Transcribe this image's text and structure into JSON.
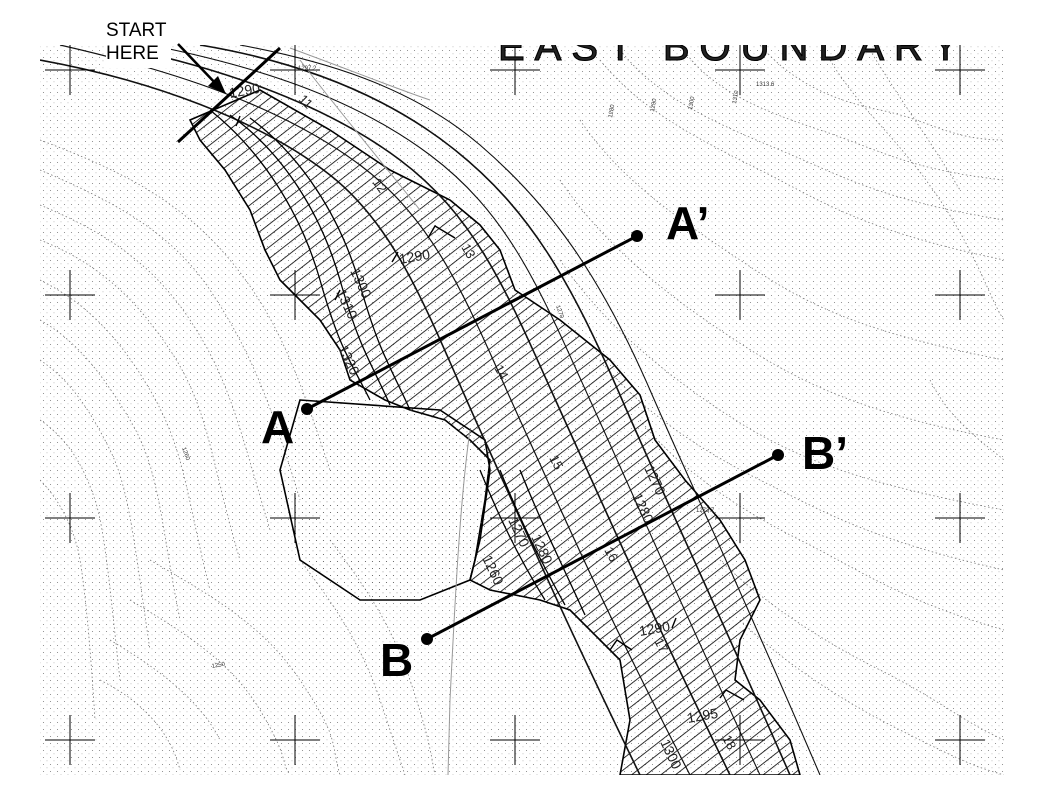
{
  "annotations": {
    "start_line1": "START",
    "start_line2": "HERE",
    "section_a_start": "A",
    "section_a_end": "A’",
    "section_b_start": "B",
    "section_b_end": "B’"
  },
  "map": {
    "boundary_title": "EAST BOUNDARY",
    "station_labels": [
      "11",
      "12",
      "13",
      "14",
      "15",
      "16",
      "17",
      "18"
    ],
    "elevation_labels": [
      "1290",
      "1290",
      "1300",
      "1310",
      "1320",
      "1270",
      "1280",
      "1270",
      "1260",
      "1280",
      "1290",
      "1295",
      "1300"
    ],
    "spot_elevations": [
      "1297.2",
      "1313.6",
      "1273.7"
    ],
    "contour_values": [
      "1280",
      "1290",
      "1300",
      "1310",
      "1270",
      "1260",
      "1250"
    ]
  }
}
